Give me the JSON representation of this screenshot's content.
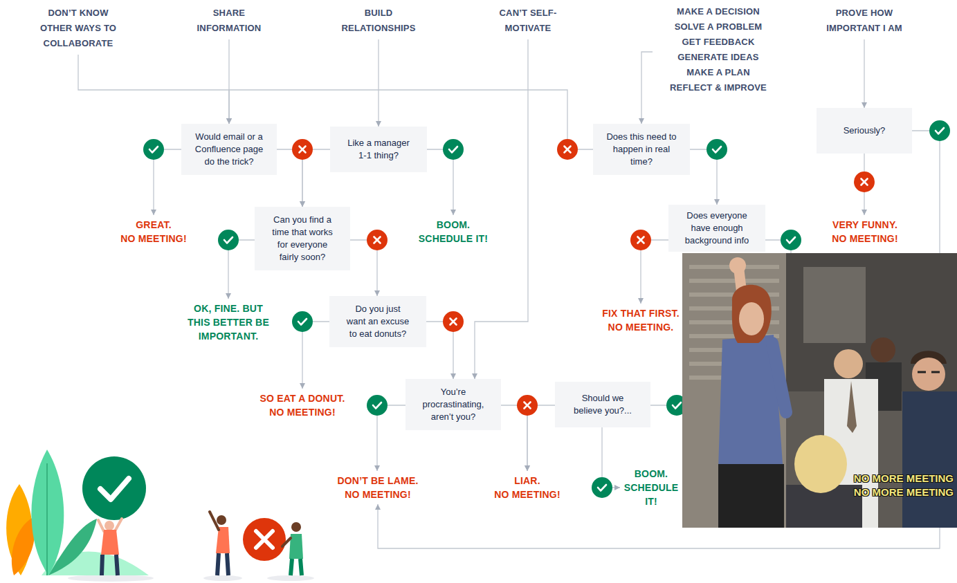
{
  "diagram": {
    "nodes": [
      {
        "text": [
          "DON’T KNOW OTHER WAYS TO COLLABORATE"
        ]
      },
      {
        "text": [
          "SHARE INFORMATION"
        ]
      },
      {
        "text": [
          "BUILD RELATIONSHIPS"
        ]
      },
      {
        "text": [
          "CAN’T SELF-MOTIVATE"
        ]
      },
      {
        "text": [
          "MAKE A DECISION",
          "SOLVE A PROBLEM",
          "GET FEEDBACK",
          "GENERATE IDEAS",
          "MAKE A PLAN",
          "REFLECT & IMPROVE"
        ]
      },
      {
        "text": [
          "PROVE HOW IMPORTANT I AM"
        ]
      },
      {
        "text": [
          "Would email or a Confluence page do the trick?"
        ]
      },
      {
        "text": [
          "Like a manager 1-1 thing?"
        ]
      },
      {
        "text": [
          "Does this need to happen in real time?"
        ]
      },
      {
        "text": [
          "Seriously?"
        ]
      },
      {
        "text": [
          "Can you find a time that works for everyone fairly soon?"
        ]
      },
      {
        "text": [
          "Does everyone have enough background info"
        ]
      },
      {
        "text": [
          "Do you just want an excuse to eat donuts?"
        ]
      },
      {
        "text": [
          "You’re procrastinating, aren’t you?"
        ]
      },
      {
        "text": [
          "Should we believe you?..."
        ]
      },
      {
        "text": [
          "GREAT.",
          "NO MEETING!"
        ]
      },
      {
        "text": [
          "BOOM.",
          "SCHEDULE IT!"
        ]
      },
      {
        "text": [
          "VERY FUNNY.",
          "NO MEETING!"
        ]
      },
      {
        "text": [
          "OK, FINE. BUT THIS BETTER BE IMPORTANT."
        ]
      },
      {
        "text": [
          "FIX THAT FIRST.",
          "NO MEETING."
        ]
      },
      {
        "text": [
          "SO EAT A DONUT.",
          "NO MEETING!"
        ]
      },
      {
        "text": [
          "DON’T BE LAME.",
          "NO MEETING!"
        ]
      },
      {
        "text": [
          "LIAR.",
          "NO MEETING!"
        ]
      },
      {
        "text": [
          "BOOM.",
          "SCHEDULE IT!"
        ]
      }
    ],
    "edges": [
      {
        "from": 0,
        "to": 6,
        "arrow": "to"
      },
      {
        "from": 1,
        "to": 6,
        "arrow": "to"
      },
      {
        "from": 2,
        "to": 7,
        "arrow": "to"
      },
      {
        "from": 3,
        "to": 13,
        "arrow": "to"
      },
      {
        "from": 4,
        "to": 8,
        "arrow": "to"
      },
      {
        "from": 5,
        "to": 9,
        "arrow": "to"
      },
      {
        "from": 6,
        "to": 15,
        "arrow": "to"
      },
      {
        "from": 6,
        "to": 10,
        "arrow": "to"
      },
      {
        "from": 7,
        "to": 10,
        "arrow": "to"
      },
      {
        "from": 7,
        "to": 16,
        "arrow": "to"
      },
      {
        "from": 8,
        "to": 6,
        "arrow": "to"
      },
      {
        "from": 8,
        "to": 11,
        "arrow": "to"
      },
      {
        "from": 9,
        "to": 17,
        "arrow": "to"
      },
      {
        "from": 9,
        "to": 21,
        "arrow": "to"
      },
      {
        "from": 10,
        "to": 18,
        "arrow": "to"
      },
      {
        "from": 10,
        "to": 12,
        "arrow": "to"
      },
      {
        "from": 11,
        "to": 19,
        "arrow": "to"
      },
      {
        "from": 12,
        "to": 20,
        "arrow": "to"
      },
      {
        "from": 12,
        "to": 13,
        "arrow": "to"
      },
      {
        "from": 13,
        "to": 21,
        "arrow": "to"
      },
      {
        "from": 13,
        "to": 22,
        "arrow": "to"
      },
      {
        "from": 14,
        "to": 22,
        "arrow": "to"
      },
      {
        "from": 14,
        "to": 23,
        "arrow": "to"
      }
    ],
    "labels": [
      "NO MORE MEETING",
      "NO MORE MEETING"
    ]
  }
}
